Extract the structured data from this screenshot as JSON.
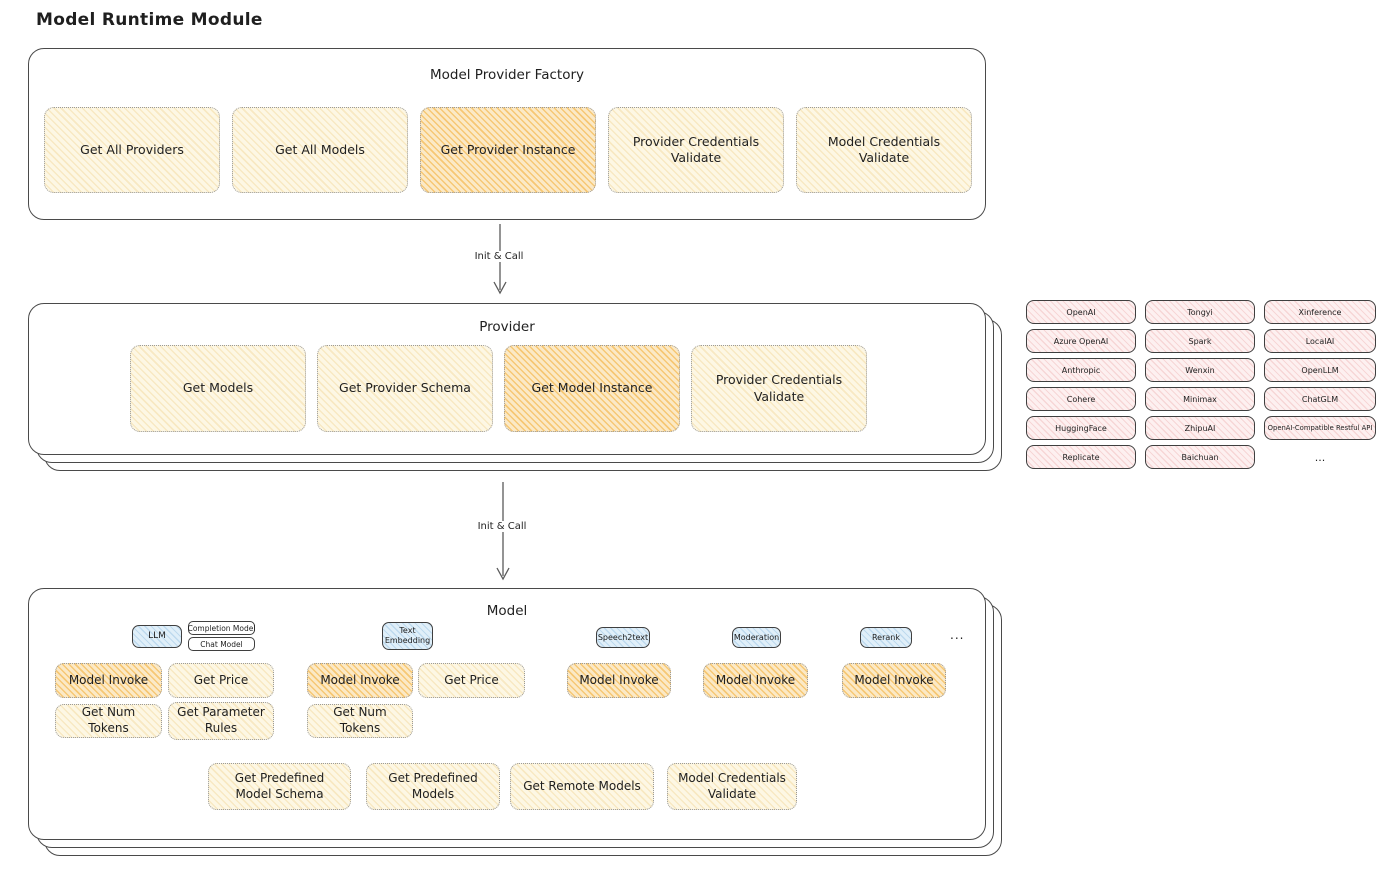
{
  "title": "Model Runtime Module",
  "factory": {
    "title": "Model Provider Factory",
    "items": [
      "Get All Providers",
      "Get All Models",
      "Get Provider Instance",
      "Provider Credentials Validate",
      "Model Credentials Validate"
    ]
  },
  "arrow1_label": "Init & Call",
  "arrow2_label": "Init & Call",
  "provider": {
    "title": "Provider",
    "items": [
      "Get Models",
      "Get Provider Schema",
      "Get Model Instance",
      "Provider Credentials Validate"
    ]
  },
  "providers": {
    "items": [
      "OpenAI",
      "Tongyi",
      "Xinference",
      "Azure OpenAI",
      "Spark",
      "LocalAI",
      "Anthropic",
      "Wenxin",
      "OpenLLM",
      "Cohere",
      "Minimax",
      "ChatGLM",
      "HuggingFace",
      "ZhipuAI",
      "OpenAI-Compatible Restful API",
      "Replicate",
      "Baichuan"
    ],
    "more": "..."
  },
  "model": {
    "title": "Model",
    "tabs": [
      "LLM",
      "Completion Model",
      "Chat Model",
      "Text Embedding",
      "Speech2text",
      "Moderation",
      "Rerank"
    ],
    "tabs_more": "...",
    "llm_ops": [
      "Model Invoke",
      "Get Price",
      "Get Num Tokens",
      "Get Parameter Rules"
    ],
    "embedding_ops": [
      "Model Invoke",
      "Get Price",
      "Get Num Tokens"
    ],
    "speech2text_ops": [
      "Model Invoke"
    ],
    "moderation_ops": [
      "Model Invoke"
    ],
    "rerank_ops": [
      "Model Invoke"
    ],
    "common_ops": [
      "Get Predefined Model Schema",
      "Get Predefined Models",
      "Get Remote Models",
      "Model Credentials Validate"
    ]
  },
  "colors": {
    "node_yellow": "#fdf7e4",
    "node_highlight_orange": "#fbe9c6",
    "provider_pink": "#fdf0f0",
    "tab_blue": "#e0eff9",
    "outline": "#4a4a4a"
  }
}
